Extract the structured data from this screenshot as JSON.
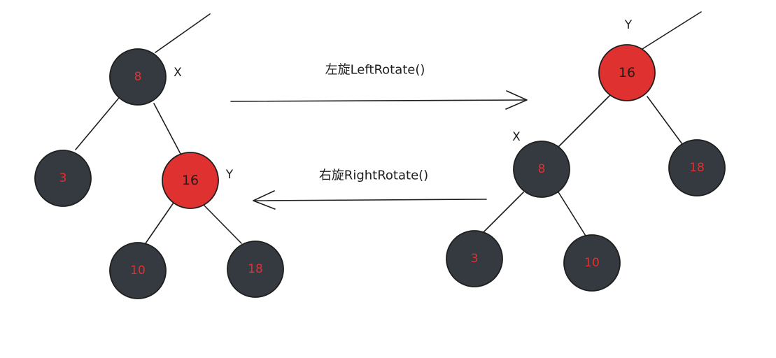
{
  "colors": {
    "black_node": "#343a40",
    "red_node": "#e03131",
    "stroke": "#1e1e1e"
  },
  "operations": {
    "left_rotate": "左旋LeftRotate()",
    "right_rotate": "右旋RightRotate()"
  },
  "left_tree": {
    "x_label": "X",
    "y_label": "Y",
    "nodes": [
      {
        "id": "n8",
        "value": "8",
        "color": "black"
      },
      {
        "id": "n3",
        "value": "3",
        "color": "black"
      },
      {
        "id": "n16",
        "value": "16",
        "color": "red"
      },
      {
        "id": "n10",
        "value": "10",
        "color": "black"
      },
      {
        "id": "n18",
        "value": "18",
        "color": "black"
      }
    ]
  },
  "right_tree": {
    "x_label": "X",
    "y_label": "Y",
    "nodes": [
      {
        "id": "n16",
        "value": "16",
        "color": "red"
      },
      {
        "id": "n8",
        "value": "8",
        "color": "black"
      },
      {
        "id": "n18",
        "value": "18",
        "color": "black"
      },
      {
        "id": "n3",
        "value": "3",
        "color": "black"
      },
      {
        "id": "n10",
        "value": "10",
        "color": "black"
      }
    ]
  }
}
